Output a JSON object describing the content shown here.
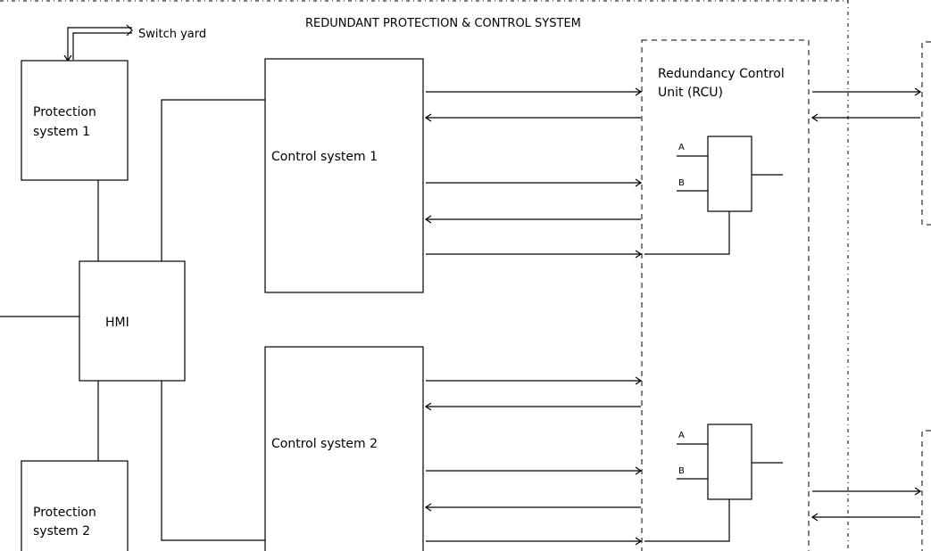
{
  "diagram": {
    "title": "REDUNDANT PROTECTION & CONTROL SYSTEM",
    "switch_yard_label": "Switch yard",
    "protection_system_1": [
      "Protection",
      "system  1"
    ],
    "protection_system_2": [
      "Protection",
      "system  2"
    ],
    "hmi_label": "HMI",
    "control_system_1_label": "Control  system  1",
    "control_system_2_label": "Control  system  2",
    "rcu_label": [
      "Redundancy  Control",
      "Unit  (RCU)"
    ],
    "gate_input_a": "A",
    "gate_input_b": "B"
  }
}
